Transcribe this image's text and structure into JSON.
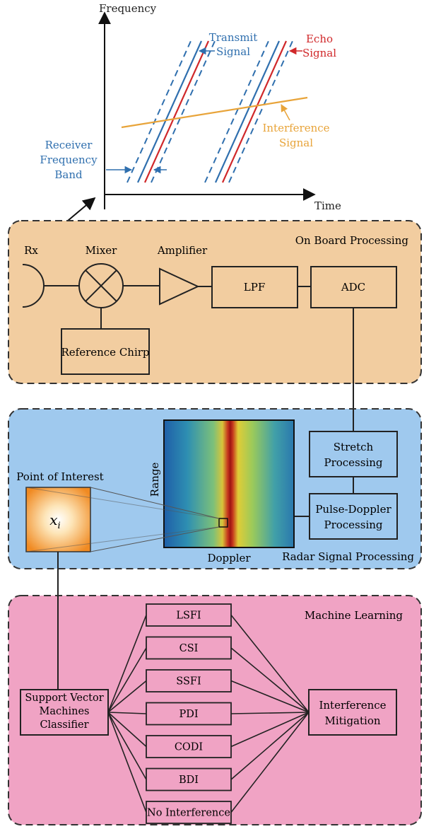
{
  "colors": {
    "transmit": "#2f6fae",
    "echo": "#d0282a",
    "interference": "#e8a43a",
    "onboard_fill": "#f2cda0",
    "radar_fill": "#9fc9ee",
    "ml_fill": "#f0a3c4",
    "box_stroke": "#333333"
  },
  "chart": {
    "y_axis_label": "Frequency",
    "x_axis_label": "Time",
    "transmit_label": [
      "Transmit",
      "Signal"
    ],
    "echo_label": [
      "Echo",
      "Signal"
    ],
    "interference_label": [
      "Interference",
      "Signal"
    ],
    "receiver_label": [
      "Receiver",
      "Frequency",
      "Band"
    ]
  },
  "onboard": {
    "title": "On Board Processing",
    "rx_label": "Rx",
    "mixer_label": "Mixer",
    "amplifier_label": "Amplifier",
    "lpf_label": "LPF",
    "adc_label": "ADC",
    "reference_chirp_label": "Reference Chirp"
  },
  "radar": {
    "title": "Radar Signal Processing",
    "point_of_interest_label": "Point of Interest",
    "xi_symbol": "x",
    "xi_subscript": "i",
    "range_label": "Range",
    "doppler_label": "Doppler",
    "stretch_label": [
      "Stretch",
      "Processing"
    ],
    "pulse_doppler_label": [
      "Pulse-Doppler",
      "Processing"
    ]
  },
  "ml": {
    "title": "Machine Learning",
    "svm_label": [
      "Support Vector",
      "Machines",
      "Classifier"
    ],
    "mitigation_label": [
      "Interference",
      "Mitigation"
    ],
    "classes": [
      "LSFI",
      "CSI",
      "SSFI",
      "PDI",
      "CODI",
      "BDI",
      "No Interference"
    ]
  }
}
